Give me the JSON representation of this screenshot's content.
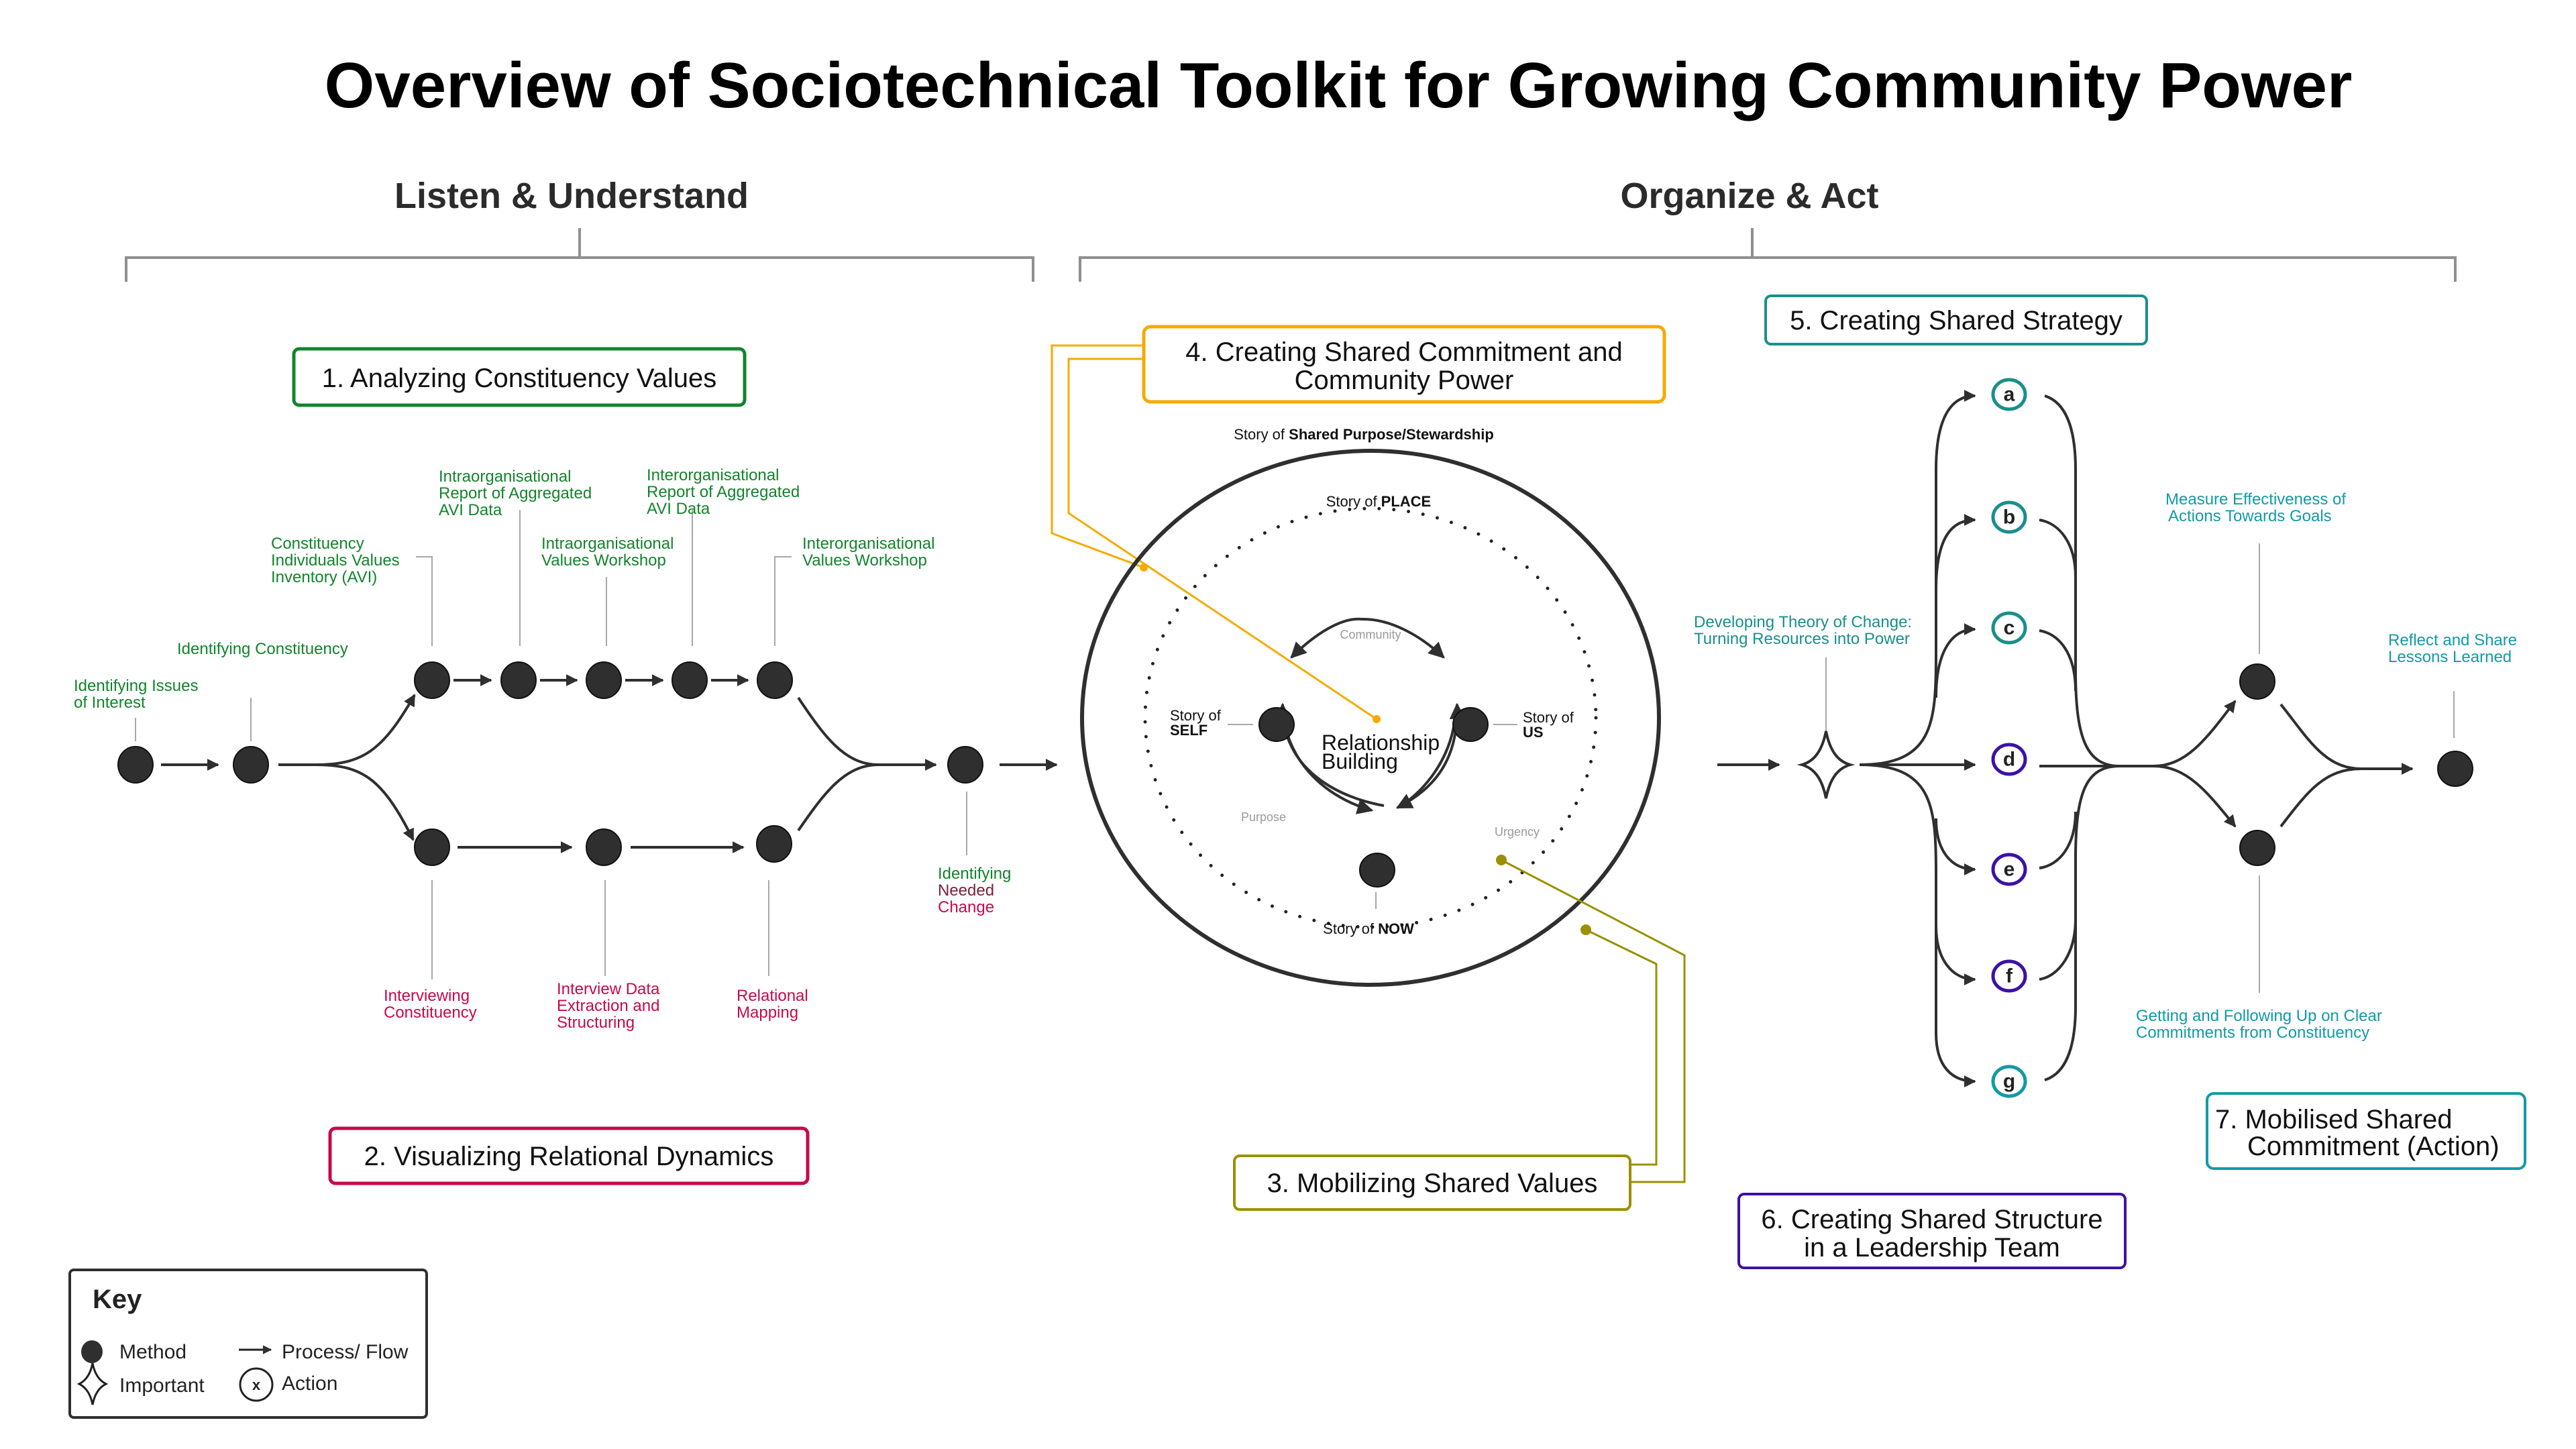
{
  "title": "Overview of Sociotechnical Toolkit for Growing Community Power",
  "phases": {
    "listen": "Listen & Understand",
    "organize": "Organize & Act"
  },
  "colors": {
    "green": "#13832d",
    "red": "#c50a4b",
    "yellow": "#f5ab00",
    "olive": "#9a9000",
    "teal": "#1a8f8a",
    "cyan": "#129aa6",
    "purple": "#3b12a6",
    "node": "#2f2f2f"
  },
  "sections": {
    "s1": "1. Analyzing Constituency Values",
    "s2": "2. Visualizing Relational Dynamics",
    "s3": "3. Mobilizing Shared Values",
    "s4_line1": "4. Creating Shared Commitment and",
    "s4_line2": "Community Power",
    "s5": "5. Creating Shared Strategy",
    "s6_line1": "6. Creating Shared Structure",
    "s6_line2": "in a Leadership Team",
    "s7_line1": "7. Mobilised Shared",
    "s7_line2": "Commitment (Action)"
  },
  "labels": {
    "issues": [
      "Identifying Issues",
      "of Interest"
    ],
    "constituency": [
      "Identifying Constituency"
    ],
    "avi": [
      "Constituency",
      "Individuals Values",
      "Inventory (AVI)"
    ],
    "intra_report": [
      "Intraorganisational",
      "Report of Aggregated",
      "AVI Data"
    ],
    "intra_workshop": [
      "Intraorganisational",
      "Values Workshop"
    ],
    "inter_report": [
      "Interorganisational",
      "Report of Aggregated",
      "AVI Data"
    ],
    "inter_workshop": [
      "Interorganisational",
      "Values Workshop"
    ],
    "interviewing": [
      "Interviewing",
      "Constituency"
    ],
    "extraction": [
      "Interview Data",
      "Extraction and",
      "Structuring"
    ],
    "mapping": [
      "Relational",
      "Mapping"
    ],
    "needed_change": [
      "Identifying",
      "Needed",
      "Change"
    ],
    "theory_of_change": [
      "Developing Theory of Change:",
      "Turning Resources into Power"
    ],
    "measure": [
      "Measure Effectiveness of",
      "Actions Towards Goals"
    ],
    "reflect": [
      "Reflect and Share",
      "Lessons Learned"
    ],
    "commitments": [
      "Getting and Following Up on Clear",
      "Commitments from Constituency"
    ]
  },
  "circle": {
    "shared_purpose_prefix": "Story of ",
    "shared_purpose_bold": "Shared Purpose/Stewardship",
    "place_prefix": "Story of ",
    "place_bold": "PLACE",
    "self_prefix": "Story of",
    "self_bold": "SELF",
    "us_prefix": "Story of",
    "us_bold": "US",
    "now_prefix": "Story of ",
    "now_bold": "NOW",
    "center_line1": "Relationship",
    "center_line2": "Building",
    "community": "Community",
    "purpose": "Purpose",
    "urgency": "Urgency"
  },
  "strategy_options": [
    {
      "letter": "a",
      "color": "teal"
    },
    {
      "letter": "b",
      "color": "teal"
    },
    {
      "letter": "c",
      "color": "teal"
    },
    {
      "letter": "d",
      "color": "purple"
    },
    {
      "letter": "e",
      "color": "purple"
    },
    {
      "letter": "f",
      "color": "purple"
    },
    {
      "letter": "g",
      "color": "cyan"
    }
  ],
  "key": {
    "title": "Key",
    "method": "Method",
    "flow": "Process/ Flow",
    "important": "Important",
    "action": "Action",
    "action_glyph": "x"
  }
}
